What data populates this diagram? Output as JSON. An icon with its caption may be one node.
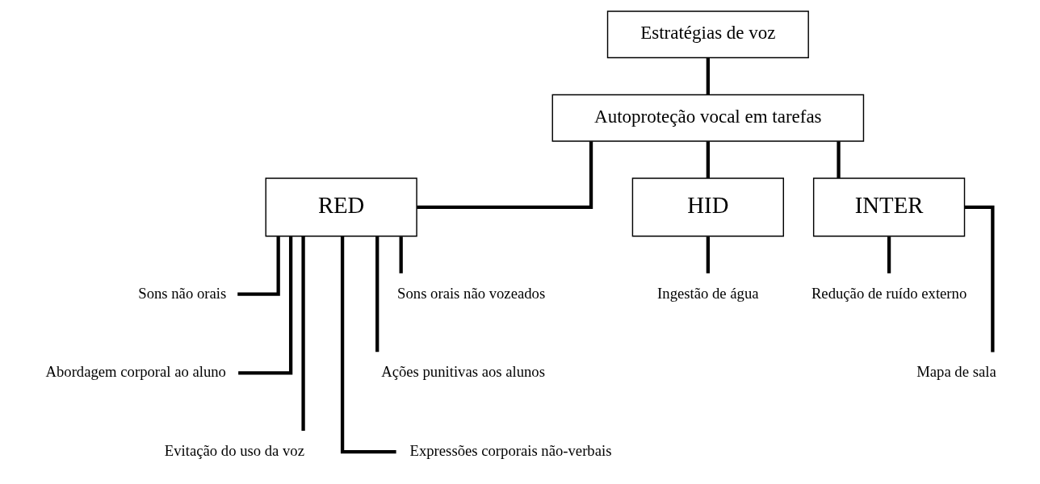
{
  "diagram": {
    "nodes": [
      {
        "text": [
          "Estratégias de voz"
        ]
      },
      {
        "text": [
          "Autoproteção vocal em tarefas"
        ]
      },
      {
        "text": [
          "RED"
        ]
      },
      {
        "text": [
          "HID"
        ]
      },
      {
        "text": [
          "INTER"
        ]
      },
      {
        "text": [
          "Sons não orais"
        ]
      },
      {
        "text": [
          "Sons orais não vozeados"
        ]
      },
      {
        "text": [
          "Abordagem corporal ao aluno"
        ]
      },
      {
        "text": [
          "Ações punitivas aos alunos"
        ]
      },
      {
        "text": [
          "Evitação do uso da voz"
        ]
      },
      {
        "text": [
          "Expressões corporais não-verbais"
        ]
      },
      {
        "text": [
          "Ingestão de água"
        ]
      },
      {
        "text": [
          "Redução de ruído externo"
        ]
      },
      {
        "text": [
          "Mapa de sala"
        ]
      }
    ],
    "edges": [
      {
        "from": 0,
        "to": 1,
        "arrow": "none"
      },
      {
        "from": 1,
        "to": 2,
        "arrow": "none"
      },
      {
        "from": 1,
        "to": 3,
        "arrow": "none"
      },
      {
        "from": 1,
        "to": 4,
        "arrow": "none"
      },
      {
        "from": 2,
        "to": 5,
        "arrow": "none"
      },
      {
        "from": 2,
        "to": 6,
        "arrow": "none"
      },
      {
        "from": 2,
        "to": 7,
        "arrow": "none"
      },
      {
        "from": 2,
        "to": 8,
        "arrow": "none"
      },
      {
        "from": 2,
        "to": 9,
        "arrow": "none"
      },
      {
        "from": 2,
        "to": 10,
        "arrow": "none"
      },
      {
        "from": 3,
        "to": 11,
        "arrow": "none"
      },
      {
        "from": 4,
        "to": 12,
        "arrow": "none"
      },
      {
        "from": 4,
        "to": 13,
        "arrow": "none"
      }
    ]
  }
}
